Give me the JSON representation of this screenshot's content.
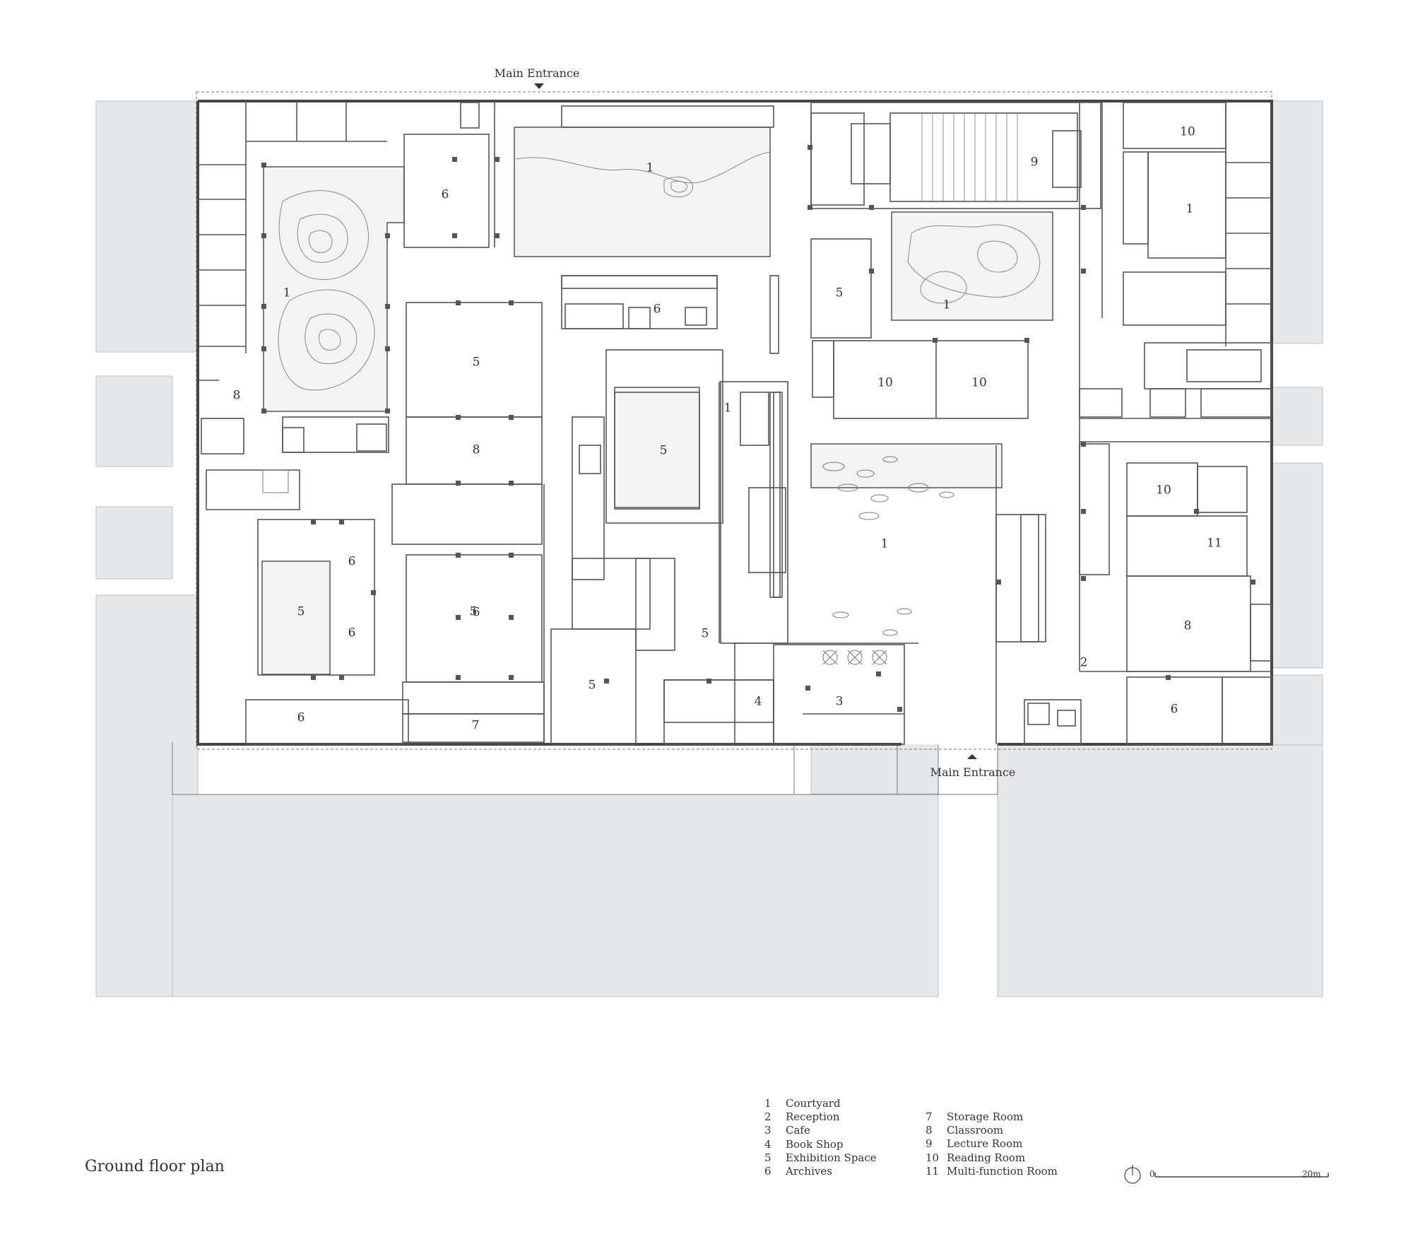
{
  "plan": {
    "title": "Ground floor plan",
    "entrance_top": "Main Entrance",
    "entrance_bottom": "Main Entrance",
    "room_labels": [
      "1",
      "1",
      "1",
      "1",
      "1",
      "1",
      "2",
      "3",
      "4",
      "5",
      "5",
      "5",
      "5",
      "5",
      "5",
      "5",
      "6",
      "6",
      "6",
      "6",
      "6",
      "6",
      "6",
      "7",
      "8",
      "8",
      "8",
      "9",
      "10",
      "10",
      "10",
      "10",
      "11"
    ]
  },
  "legend": {
    "items": [
      {
        "num": "1",
        "label": "Courtyard"
      },
      {
        "num": "2",
        "label": "Reception"
      },
      {
        "num": "3",
        "label": "Cafe"
      },
      {
        "num": "4",
        "label": "Book Shop"
      },
      {
        "num": "5",
        "label": "Exhibition Space"
      },
      {
        "num": "6",
        "label": "Archives"
      },
      {
        "num": "7",
        "label": "Storage Room"
      },
      {
        "num": "8",
        "label": "Classroom"
      },
      {
        "num": "9",
        "label": "Lecture Room"
      },
      {
        "num": "10",
        "label": "Reading Room"
      },
      {
        "num": "11",
        "label": "Multi-function Room"
      }
    ]
  },
  "scale": {
    "zero": "0",
    "max": "20m"
  },
  "icons": {
    "north_arrow": "north-arrow-icon",
    "entrance_arrow": "arrow-icon"
  },
  "colors": {
    "context": "#e6e7e9",
    "line": "#555555",
    "text": "#333333"
  }
}
